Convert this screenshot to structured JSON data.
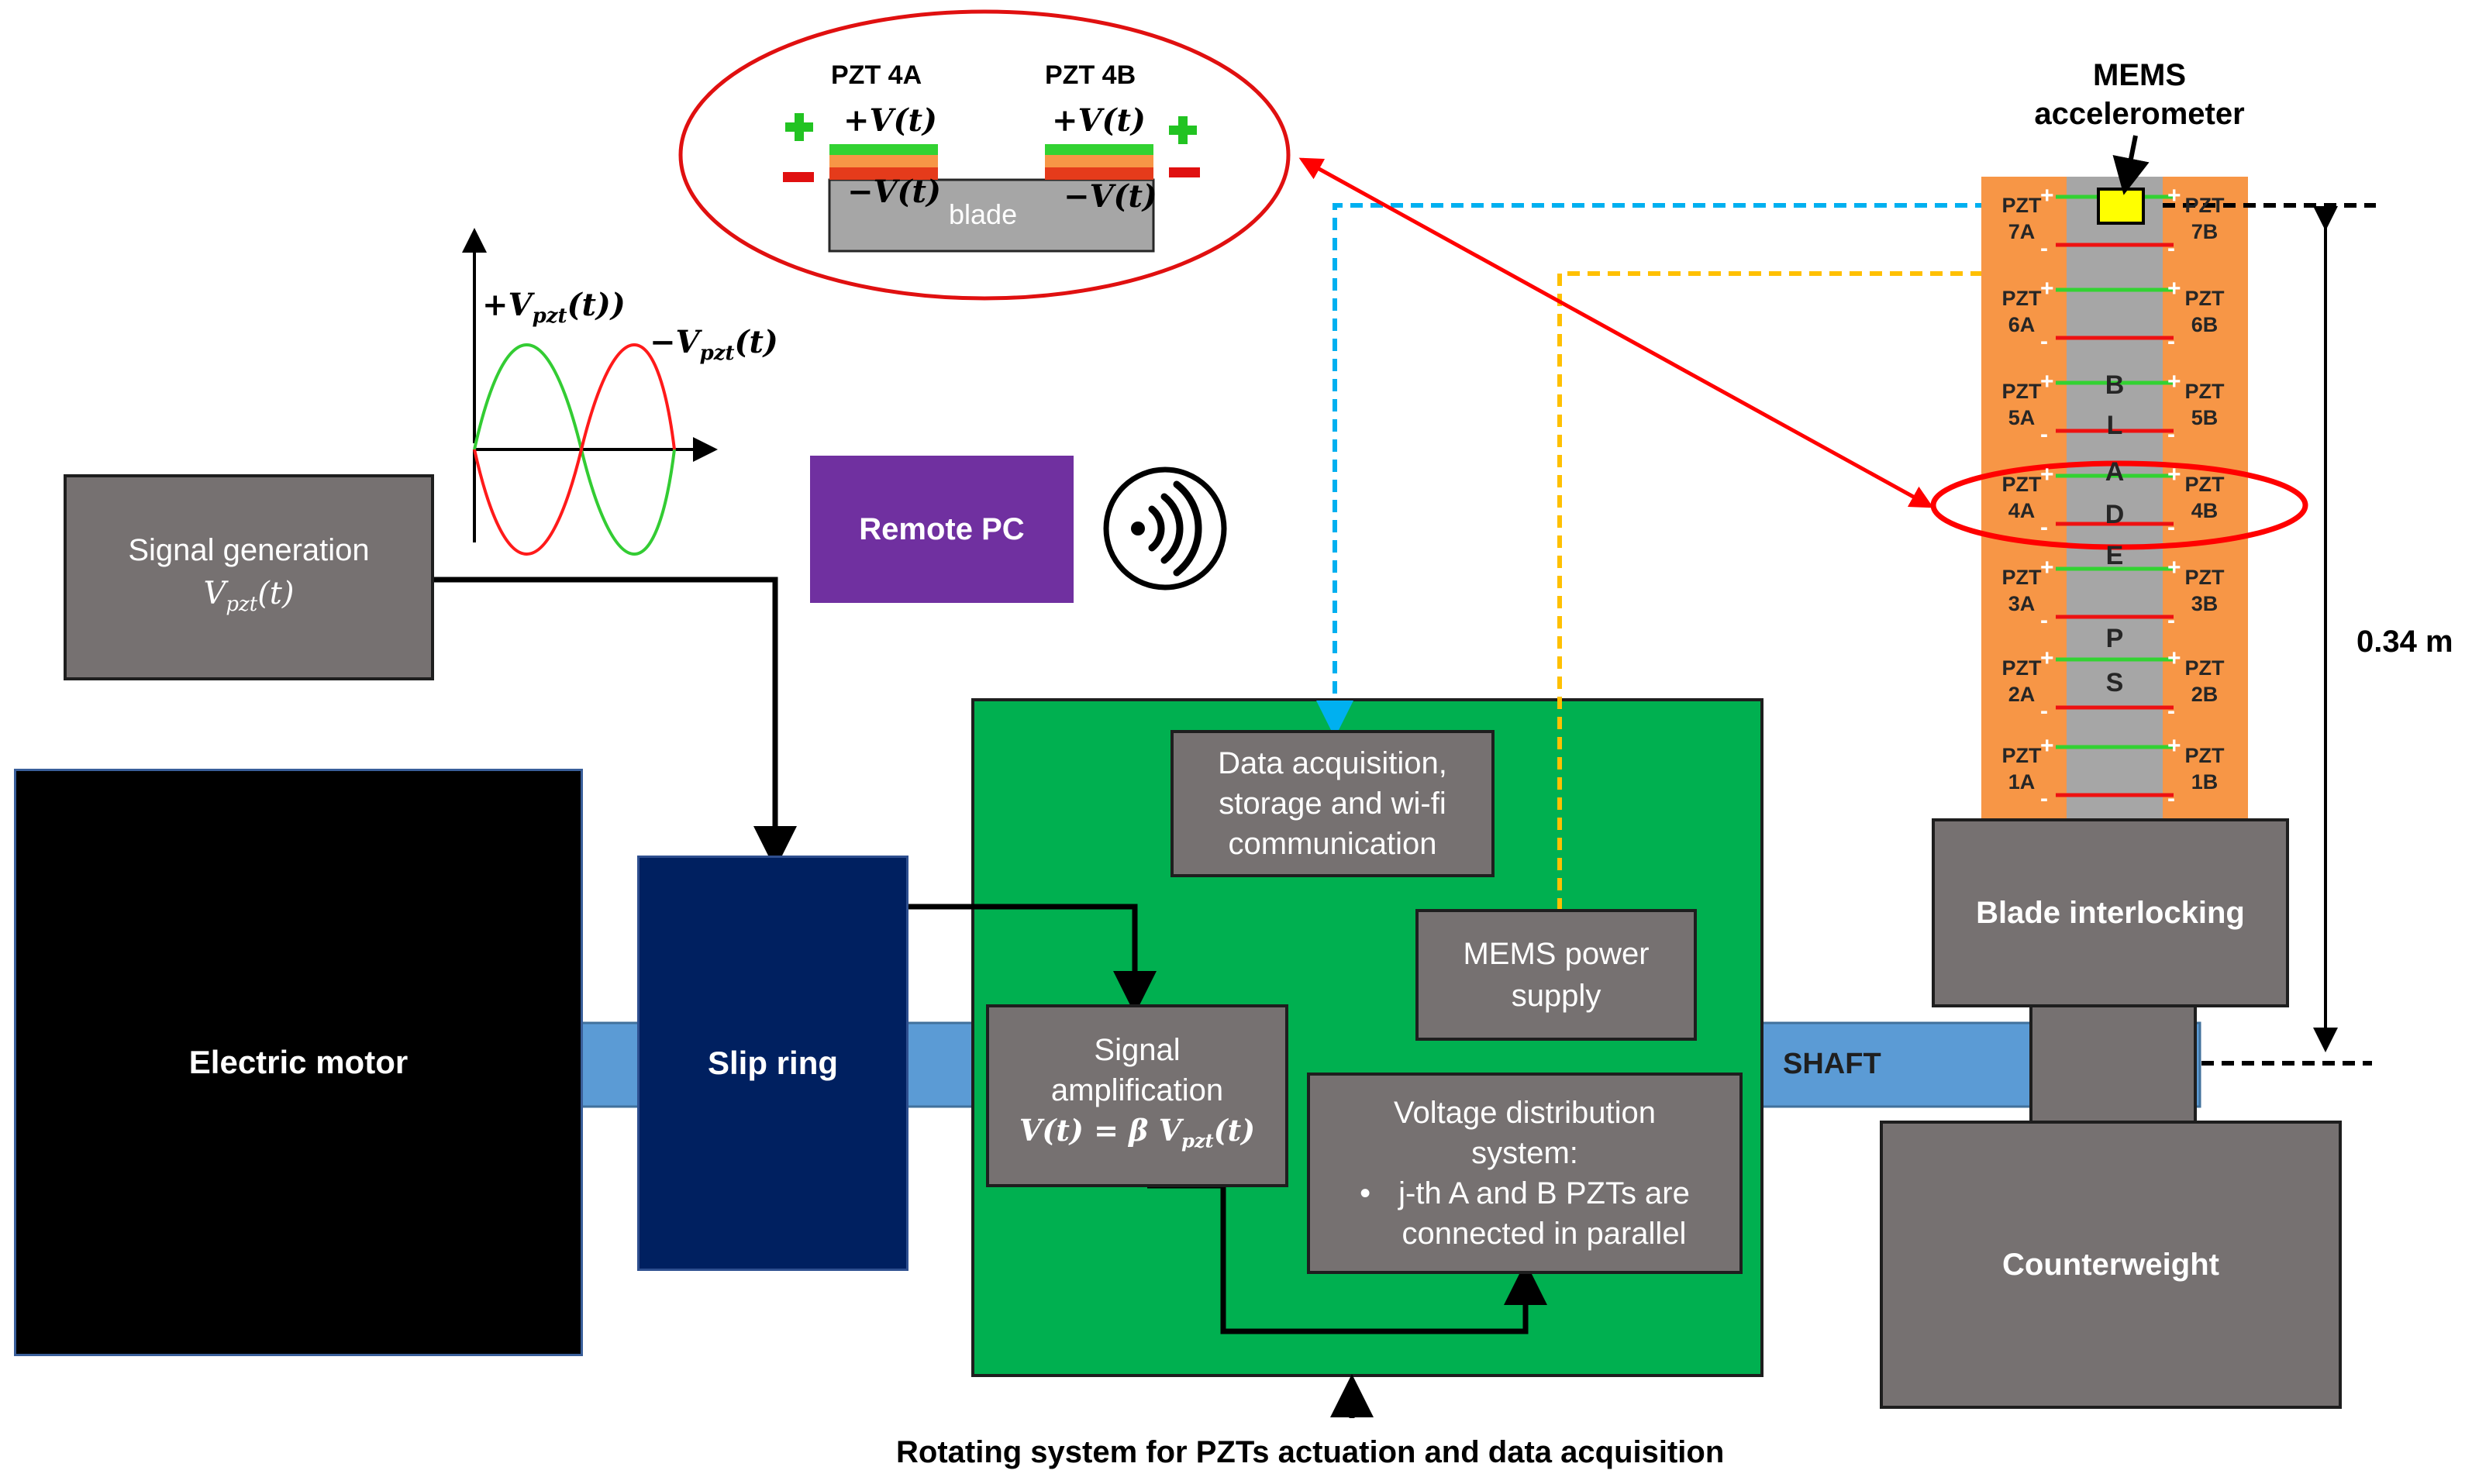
{
  "inset": {
    "pzt_left": "PZT 4A",
    "pzt_right": "PZT 4B",
    "plus_v": "+V(t)",
    "minus_v": "−V(t)",
    "blade": "blade",
    "plus_sign": "+",
    "minus_sign": "−"
  },
  "waveform": {
    "plus_label": "+V_pzt(t))",
    "plus_label_main": "+V",
    "plus_label_sub": "pzt",
    "plus_label_end": "(t))",
    "minus_label_main": "−V",
    "minus_label_sub": "pzt",
    "minus_label_end": "(t)"
  },
  "signal_generation": {
    "title": "Signal generation",
    "formula_main": "V",
    "formula_sub": "pzt",
    "formula_end": "(t)"
  },
  "remote_pc": {
    "label": "Remote PC",
    "icon": "wireless-signal-icon"
  },
  "electric_motor": {
    "label": "Electric motor"
  },
  "slip_ring": {
    "label": "Slip ring"
  },
  "rotating_system": {
    "caption": "Rotating system for PZTs actuation and data acquisition",
    "daq": [
      "Data acquisition,",
      "storage and wi-fi",
      "communication"
    ],
    "mems_power": [
      "MEMS power",
      "supply"
    ],
    "amplification": [
      "Signal",
      "amplification"
    ],
    "amp_formula": "V(t) = β V",
    "amp_formula_sub": "pzt",
    "amp_formula_end": "(t)",
    "voltage_title": [
      "Voltage distribution",
      "system:"
    ],
    "voltage_bullet": [
      "j-th A and B PZTs are",
      "connected in parallel"
    ]
  },
  "shaft": {
    "label": "SHAFT"
  },
  "blade_assembly": {
    "mems": [
      "MEMS",
      "accelerometer"
    ],
    "blade_letters": [
      "B",
      "L",
      "A",
      "D",
      "E",
      "P",
      "S"
    ],
    "pzt_left": [
      "PZT\n7A",
      "PZT\n6A",
      "PZT\n5A",
      "PZT\n4A",
      "PZT\n3A",
      "PZT\n2A",
      "PZT\n1A"
    ],
    "pzt_right": [
      "PZT\n7B",
      "PZT\n6B",
      "PZT\n5B",
      "PZT\n4B",
      "PZT\n3B",
      "PZT\n2B",
      "PZT\n1B"
    ],
    "interlocking": "Blade interlocking",
    "counterweight": "Counterweight",
    "dimension": "0.34 m"
  },
  "colors": {
    "grey_box": "#767171",
    "green_panel": "#00b050",
    "purple_pc": "#7030a0",
    "navy_slipring": "#002060",
    "shaft_blue": "#5b9bd5",
    "orange_pzt": "#f79646",
    "blade_grey": "#a6a6a6",
    "cyan_line": "#00b0f0",
    "yellow_line": "#ffc000",
    "red": "#ff0000",
    "green_wave": "#33cc33"
  }
}
